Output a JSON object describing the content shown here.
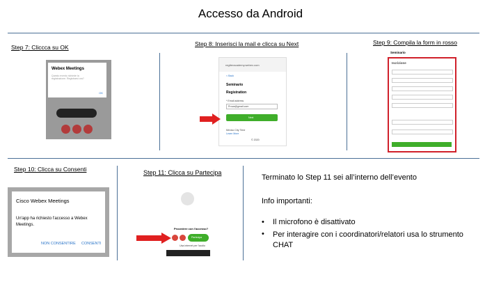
{
  "title": "Accesso da Android",
  "steps": {
    "s7": {
      "label": "Step 7: Cliccca su OK",
      "dialog_title": "Webex Meetings",
      "dialog_text": "Questo evento richiede la registrazione. Registrarsi ora?",
      "ok": "OK"
    },
    "s8": {
      "label": "Step 8: Inserisci la mail e clicca su Next",
      "url": "regiteracademy.webex.com",
      "back": "< Back",
      "h1": "Seminario",
      "h2": "Registration",
      "email_label": "* Email address",
      "email_value": "Prova@gmail.com",
      "next": "Next",
      "tz": "Mexico City Time",
      "learn": "Learn More",
      "copy": "© 2020"
    },
    "s9": {
      "label": "Step 9: Compila la form in rosso",
      "h1": "Seminario",
      "h2": "Iscrizione"
    },
    "s10": {
      "label": "Step 10: Clicca su Consenti",
      "dialog_title": "Cisco Webex Meetings",
      "dialog_text": "Un'app ha richiesto l'accesso a Webex Meetings.",
      "deny": "NON CONSENTIRE",
      "allow": "CONSENTI"
    },
    "s11": {
      "label": "Step 11: Clicca su Partecipa",
      "question": "Procedere con l'accesso?",
      "join": "Partecipa",
      "audio": "Usa internet per l'audio"
    }
  },
  "info": {
    "done": "Terminato lo Step  11 sei all’interno dell’evento",
    "important": "Info importanti:",
    "bullets": [
      "Il microfono è disattivato",
      "Per interagire con i coordinatori/relatori usa lo strumento CHAT"
    ]
  },
  "colors": {
    "divider": "#4a6f96",
    "arrow": "#e02020",
    "green_button": "#3fae2a",
    "highlight_frame": "#d0202a"
  }
}
